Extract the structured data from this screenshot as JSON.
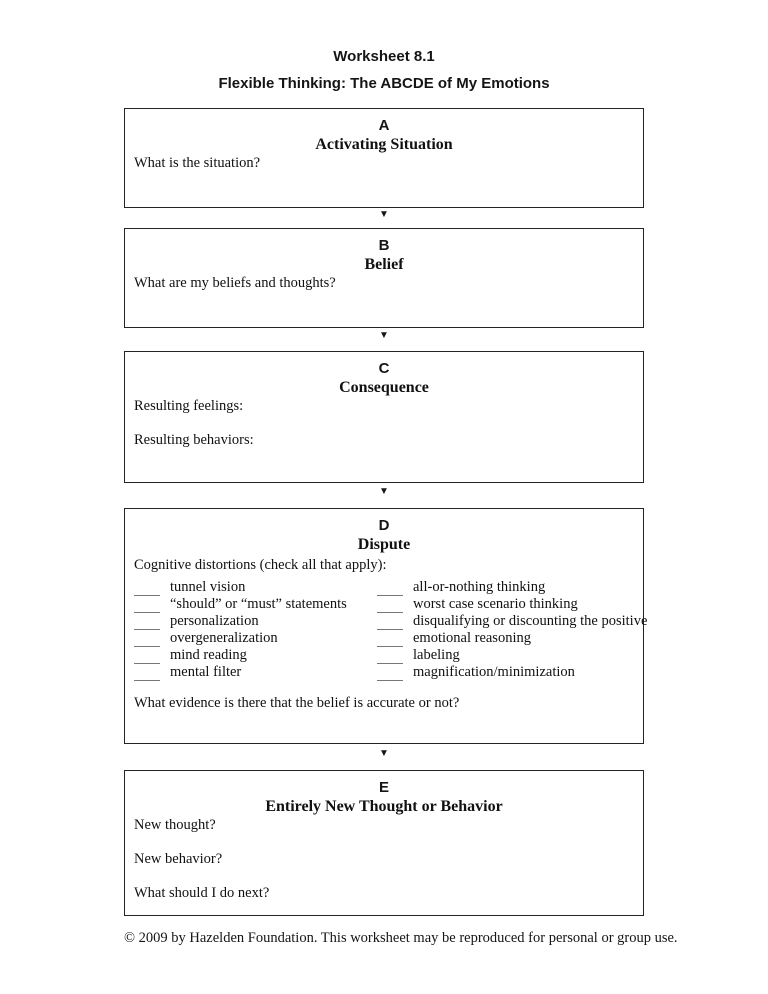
{
  "title": {
    "line1": "Worksheet 8.1",
    "line2": "Flexible Thinking: The ABCDE of My Emotions"
  },
  "icons": {
    "down_arrow": "▼"
  },
  "colors": {
    "background": "#ffffff",
    "text": "#111111",
    "box_border": "#242424",
    "blank_line": "#777777"
  },
  "boxes": [
    {
      "letter": "A",
      "heading": "Activating Situation",
      "prompts": [
        "What is the situation?"
      ]
    },
    {
      "letter": "B",
      "heading": "Belief",
      "prompts": [
        "What are my beliefs and thoughts?"
      ]
    },
    {
      "letter": "C",
      "heading": "Consequence",
      "prompts": [
        "Resulting feelings:",
        "Resulting behaviors:"
      ]
    },
    {
      "letter": "D",
      "heading": "Dispute",
      "intro": "Cognitive distortions (check all that apply):",
      "distortions_left": [
        "tunnel vision",
        "“should” or “must” statements",
        "personalization",
        "overgeneralization",
        "mind reading",
        "mental filter"
      ],
      "distortions_right": [
        "all-or-nothing thinking",
        "worst case scenario thinking",
        "disqualifying or discounting the positive",
        "emotional reasoning",
        "labeling",
        "magnification/minimization"
      ],
      "question": "What evidence is there that the belief is accurate or not?"
    },
    {
      "letter": "E",
      "heading": "Entirely New Thought or Behavior",
      "prompts": [
        "New thought?",
        "New behavior?",
        "What should I do next?"
      ]
    }
  ],
  "footer": "© 2009 by Hazelden Foundation. This worksheet may be reproduced for personal or group use."
}
